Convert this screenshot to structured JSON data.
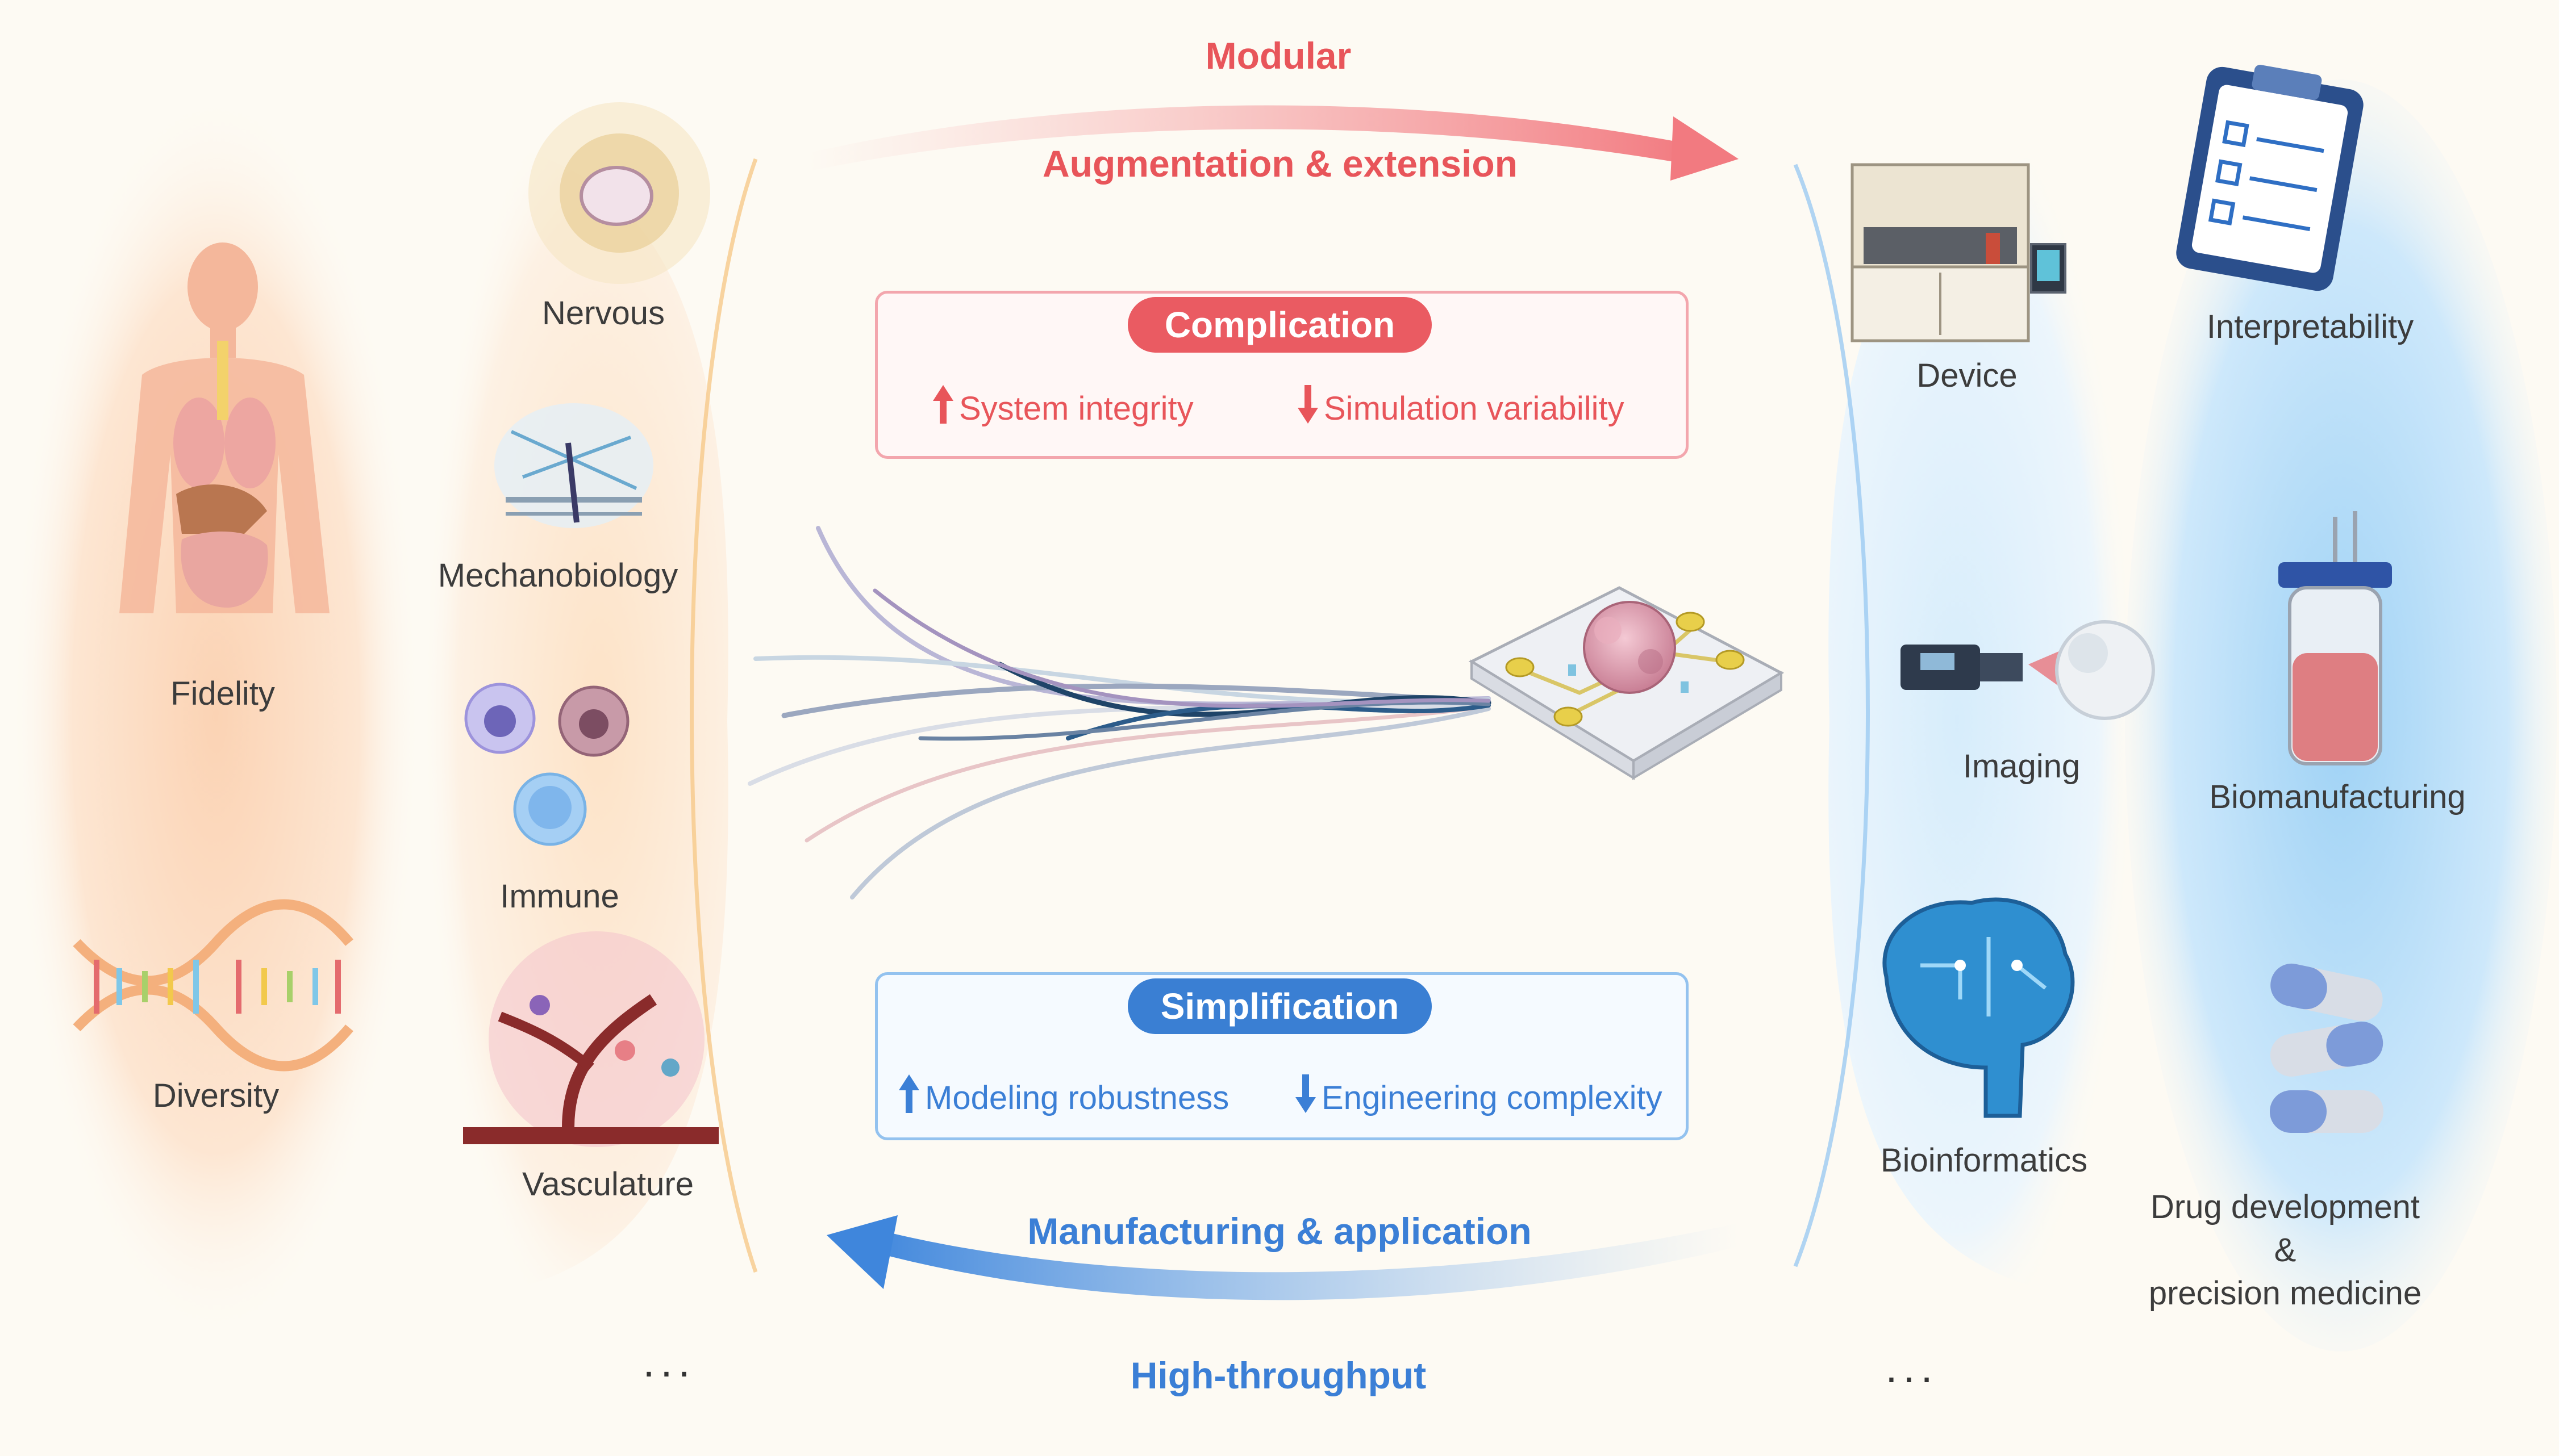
{
  "left_outer": {
    "fidelity": "Fidelity",
    "diversity": "Diversity"
  },
  "left_inner": {
    "nervous": "Nervous",
    "mechanobiology": "Mechanobiology",
    "immune": "Immune",
    "vasculature": "Vasculature",
    "ellipsis": "..."
  },
  "top_arrow": {
    "title": "Modular",
    "subtitle": "Augmentation & extension"
  },
  "complication": {
    "title": "Complication",
    "up_item": "System integrity",
    "down_item": "Simulation variability"
  },
  "simplification": {
    "title": "Simplification",
    "up_item": "Modeling robustness",
    "down_item": "Engineering complexity"
  },
  "bottom_arrow": {
    "title": "Manufacturing & application",
    "subtitle": "High-throughput"
  },
  "right_inner": {
    "device": "Device",
    "imaging": "Imaging",
    "bioinformatics": "Bioinformatics",
    "ellipsis": "..."
  },
  "right_outer": {
    "interpretability": "Interpretability",
    "biomanufacturing": "Biomanufacturing",
    "drug_line1": "Drug development",
    "drug_line2": "&",
    "drug_line3": "precision medicine"
  },
  "colors": {
    "red_accent": "#e8555a",
    "blue_accent": "#3b7fd6",
    "background": "#fdfaf3"
  }
}
